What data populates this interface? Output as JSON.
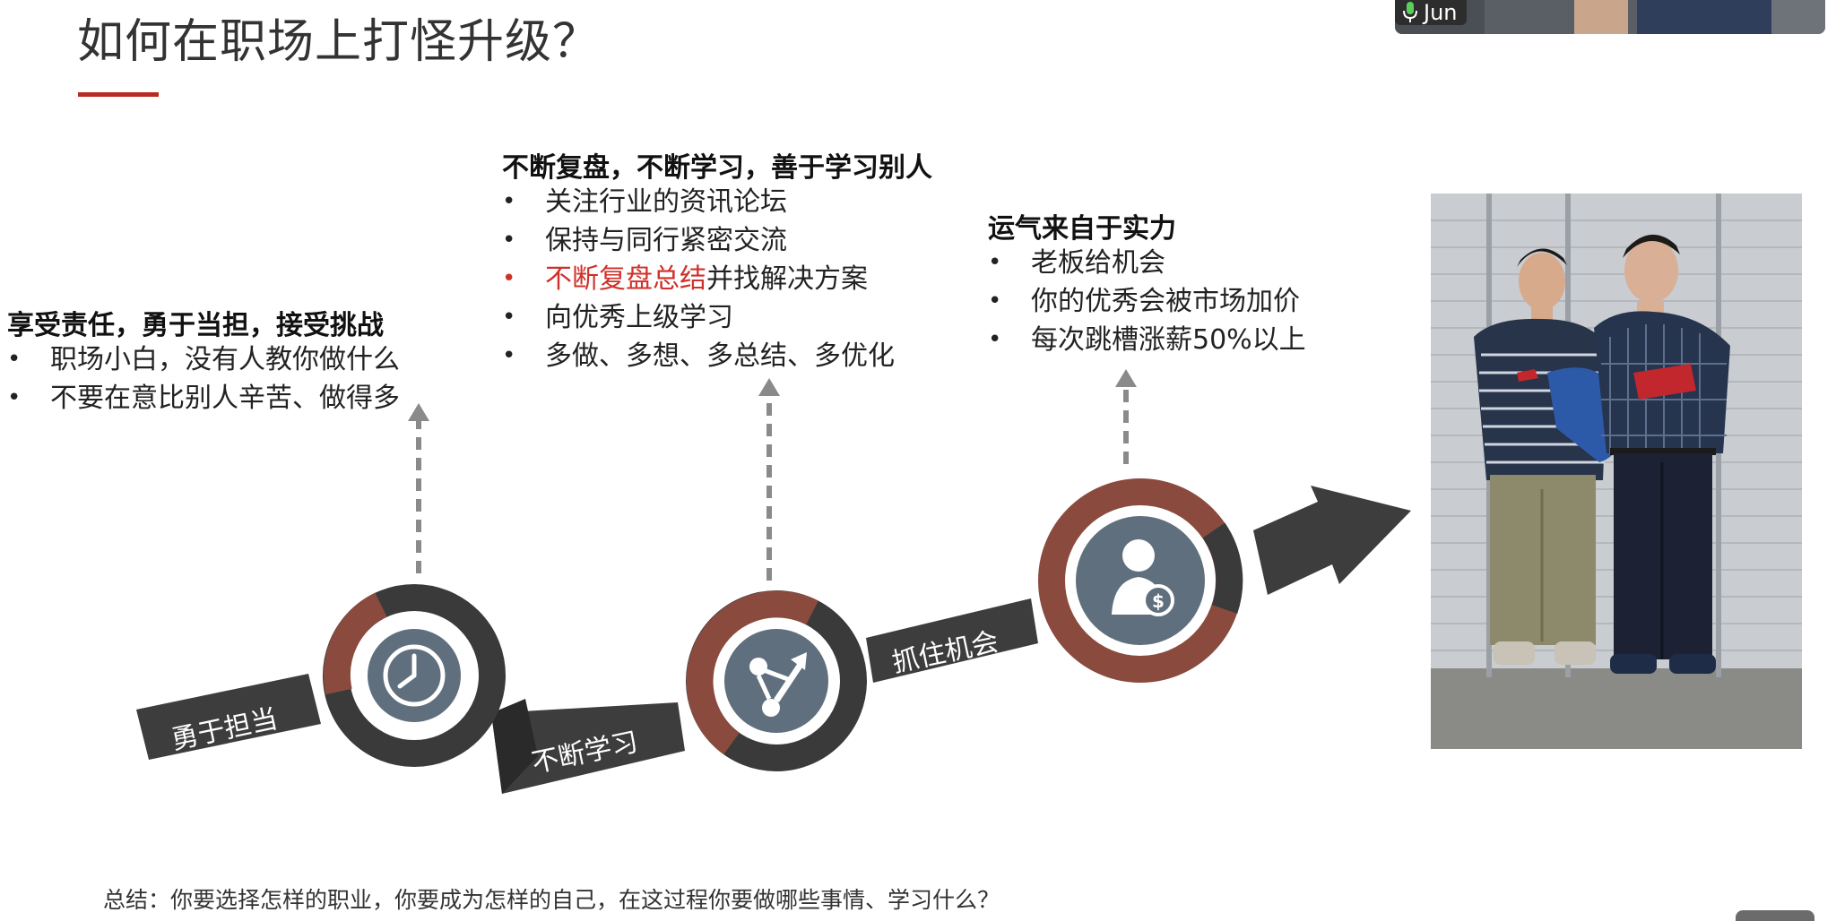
{
  "slide": {
    "title": "如何在职场上打怪升级？",
    "summary": "总结：你要选择怎样的职业，你要成为怎样的自己，在这过程你要做哪些事情、学习什么？"
  },
  "section1": {
    "heading": "享受责任，勇于当担，接受挑战",
    "bullets": [
      "职场小白，没有人教你做什么",
      "不要在意比别人辛苦、做得多"
    ]
  },
  "section2": {
    "heading": "不断复盘，不断学习，善于学习别人",
    "bullets": [
      "关注行业的资讯论坛",
      "保持与同行紧密交流",
      "向优秀上级学习",
      "多做、多想、多总结、多优化"
    ],
    "highlight_red": "不断复盘总结",
    "highlight_rest": "并找解决方案"
  },
  "section3": {
    "heading": "运气来自于实力",
    "bullets": [
      "老板给机会",
      "你的优秀会被市场加价",
      "每次跳槽涨薪50%以上"
    ]
  },
  "path_labels": {
    "step1": "勇于担当",
    "step2": "不断学习",
    "step3": "抓住机会"
  },
  "icons": {
    "step1": "clock-icon",
    "step2": "growth-arrow-icon",
    "step3": "person-money-icon"
  },
  "video": {
    "participant_name": "Jun"
  },
  "colors": {
    "accent_red": "#b82a22",
    "bullet_red": "#d0302a",
    "ring_brown": "#8a4a3e",
    "ring_dark": "#3a3a3a",
    "icon_circle": "#5f6f7d",
    "path_dark": "#3d3d3d"
  }
}
